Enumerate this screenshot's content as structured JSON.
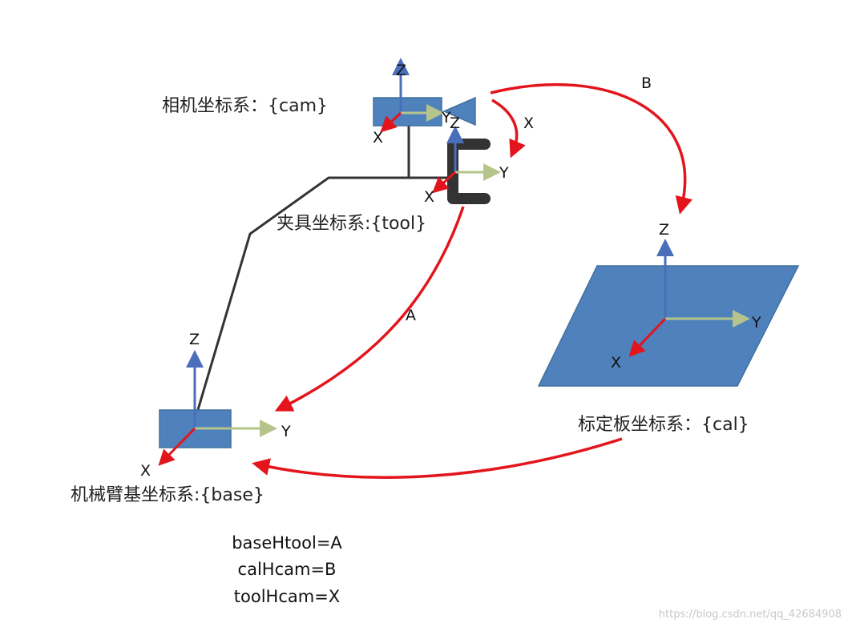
{
  "colors": {
    "z_axis": "#4a6fba",
    "y_axis": "#b5c48a",
    "x_axis": "#e3141b",
    "transform_arrow": "#e3141b",
    "box_fill": "#4f81bd",
    "plate_fill": "#4f81bd",
    "arm_line": "#333333",
    "gripper": "#333333"
  },
  "frames": {
    "cam": {
      "label": "相机坐标系：{cam}",
      "z": "Z",
      "y": "Y",
      "x": "X"
    },
    "tool": {
      "label": "夹具坐标系:{tool}",
      "z": "Z",
      "y": "Y",
      "x": "X"
    },
    "base": {
      "label": "机械臂基坐标系:{base}",
      "z": "Z",
      "y": "Y",
      "x": "X"
    },
    "cal": {
      "label": "标定板坐标系：{cal}",
      "z": "Z",
      "y": "Y",
      "x": "X"
    }
  },
  "transforms": {
    "A": "A",
    "B": "B",
    "X": "X"
  },
  "equations": [
    "baseHtool=A",
    "calHcam=B",
    "toolHcam=X"
  ],
  "watermark": "https://blog.csdn.net/qq_42684908"
}
